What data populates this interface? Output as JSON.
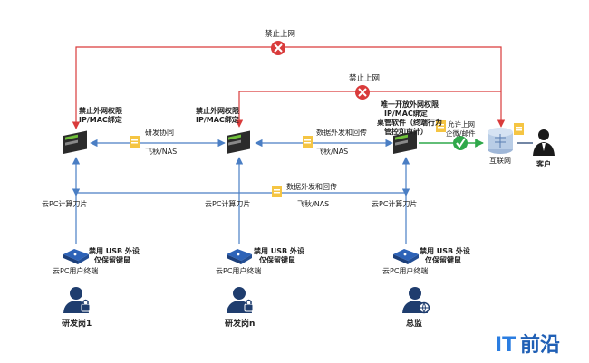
{
  "labels": {
    "forbid_top": "禁止上网",
    "forbid_mid": "禁止上网",
    "left_server_l1": "禁止外网权限",
    "left_server_l2": "IP/MAC绑定",
    "mid_server_l1": "禁止外网权限",
    "mid_server_l2": "IP/MAC绑定",
    "right_server_l1": "唯一开放外网权限",
    "right_server_l2": "IP/MAC绑定",
    "right_server_l3": "桌管软件（终端行为",
    "right_server_l4": "管控和审计）",
    "allow_l1": "允许上网",
    "allow_l2": "企微/邮件",
    "internet": "互联网",
    "customer": "客户",
    "collab": "研发协同",
    "feiqiu1": "飞秋/NAS",
    "data_top": "数据外发和回传",
    "feiqiu2": "飞秋/NAS",
    "data_bottom": "数据外发和回传",
    "feiqiu3": "飞秋/NAS",
    "blade1": "云PC计算刀片",
    "blade2": "云PC计算刀片",
    "blade3": "云PC计算刀片",
    "usb1_l1": "禁用 USB 外设",
    "usb1_l2": "仅保留键鼠",
    "usb2_l1": "禁用 USB 外设",
    "usb2_l2": "仅保留键鼠",
    "usb3_l1": "禁用 USB 外设",
    "usb3_l2": "仅保留键鼠",
    "term1": "云PC用户终端",
    "term2": "云PC用户终端",
    "term3": "云PC用户终端",
    "person1": "研发岗1",
    "person2": "研发岗n",
    "person3": "总监",
    "brand_a": "IT",
    "brand_b": "前沿"
  },
  "colors": {
    "red_line": "#d93b3b",
    "blue_line": "#4a7ec4",
    "green_line": "#2fa84a",
    "navy": "#1f3d6e",
    "accent": "#2a7de1"
  },
  "icons": {
    "forbid": "forbid-icon",
    "allow": "allow-check-icon",
    "server": "server-icon",
    "doc": "document-icon",
    "terminal": "thin-client-icon",
    "person": "user-icon",
    "internet": "internet-icon"
  }
}
